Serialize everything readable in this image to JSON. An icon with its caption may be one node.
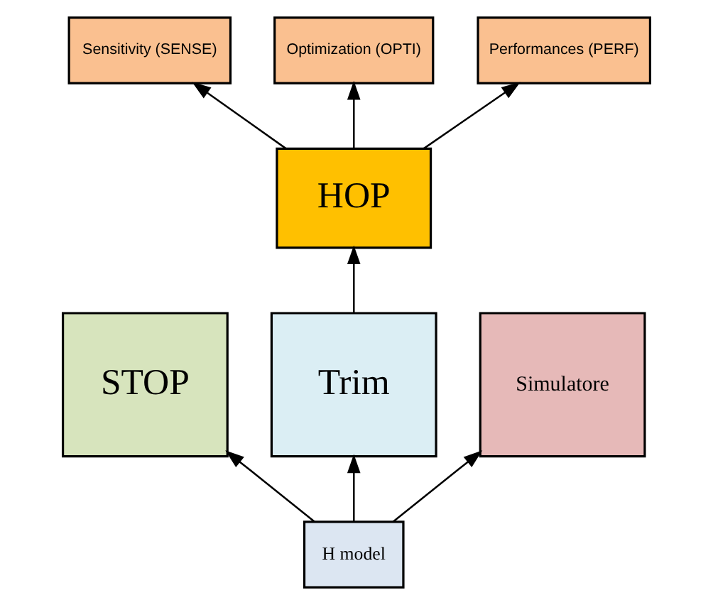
{
  "diagram": {
    "nodes": [
      {
        "text": [
          "STOP"
        ]
      },
      {
        "text": [
          "Trim"
        ]
      },
      {
        "text": [
          "HOP"
        ]
      },
      {
        "text": [
          "Sensitivity (SENSE)"
        ]
      },
      {
        "text": [
          "Optimization (OPTI)"
        ]
      },
      {
        "text": [
          "Performances (PERF)"
        ]
      },
      {
        "text": [
          "Simulatore"
        ]
      },
      {
        "text": [
          "H model"
        ]
      }
    ],
    "edges": [
      {
        "from": 7,
        "to": 0,
        "arrow": "to"
      },
      {
        "from": 7,
        "to": 1,
        "arrow": "to"
      },
      {
        "from": 7,
        "to": 6,
        "arrow": "to"
      },
      {
        "from": 1,
        "to": 2,
        "arrow": "to"
      },
      {
        "from": 2,
        "to": 3,
        "arrow": "to"
      },
      {
        "from": 2,
        "to": 4,
        "arrow": "to"
      },
      {
        "from": 2,
        "to": 5,
        "arrow": "to"
      }
    ]
  }
}
